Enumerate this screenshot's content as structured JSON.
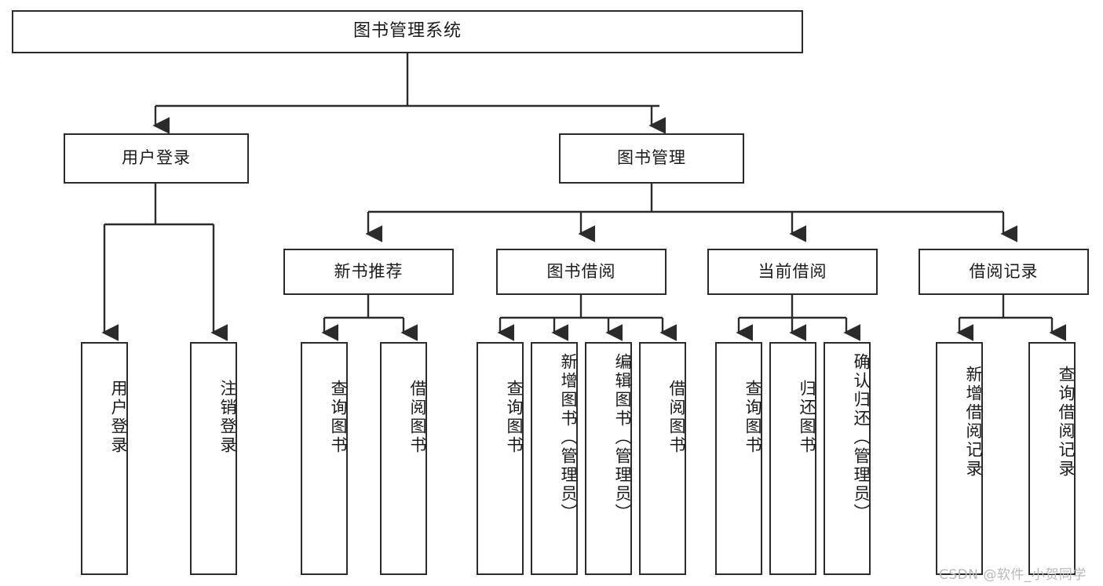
{
  "diagram": {
    "type": "tree-hierarchy-chart",
    "root": {
      "label": "图书管理系统"
    },
    "level2": [
      {
        "label": "用户登录"
      },
      {
        "label": "图书管理"
      }
    ],
    "level3": [
      {
        "label": "新书推荐"
      },
      {
        "label": "图书借阅"
      },
      {
        "label": "当前借阅"
      },
      {
        "label": "借阅记录"
      }
    ],
    "leaves": {
      "user_login": [
        {
          "label": "用户登录"
        },
        {
          "label": "注销登录"
        }
      ],
      "new_book_recommend": [
        {
          "label": "查询图书"
        },
        {
          "label": "借阅图书"
        }
      ],
      "book_borrow": [
        {
          "label": "查询图书"
        },
        {
          "label": "新增图书（管理员）"
        },
        {
          "label": "编辑图书（管理员）"
        },
        {
          "label": "借阅图书"
        }
      ],
      "current_borrow": [
        {
          "label": "查询图书"
        },
        {
          "label": "归还图书"
        },
        {
          "label": "确认归还（管理员）"
        }
      ],
      "borrow_records": [
        {
          "label": "新增借阅记录"
        },
        {
          "label": "查询借阅记录"
        }
      ]
    }
  },
  "watermark": {
    "text": "CSDN @软件_小贺同学"
  },
  "colors": {
    "stroke": "#2b2b2b",
    "box_fill": "#ffffff",
    "text": "#1a1a1a",
    "watermark": "#b9b9b9",
    "background": "#ffffff"
  }
}
